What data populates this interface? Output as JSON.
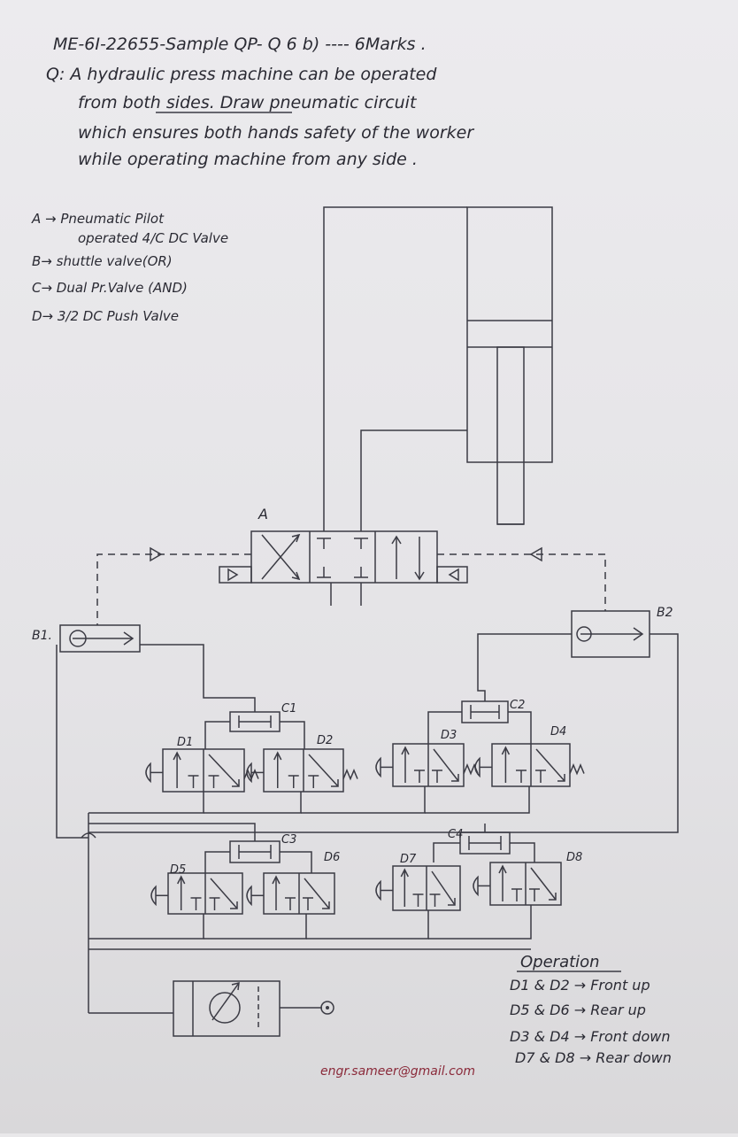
{
  "header": {
    "title": "ME-6I-22655-Sample QP- Q 6 b)  ----  6Marks .",
    "question_lines": [
      "Q: A hydraulic press machine can be operated",
      "from both sides. Draw pneumatic circuit",
      "which ensures both hands safety of the worker",
      "while operating machine from any side ."
    ]
  },
  "legend": {
    "items": [
      "A → Pneumatic Pilot",
      "operated 4/C DC Valve",
      "B→ shuttle valve(OR)",
      "C→ Dual Pr.Valve (AND)",
      "D→ 3/2 DC Push Valve"
    ]
  },
  "labels": {
    "A": "A",
    "B1": "B1.",
    "B2": "B2",
    "C1": "C1",
    "C2": "C2",
    "C3": "C3",
    "C4": "C4",
    "D1": "D1",
    "D2": "D2",
    "D3": "D3",
    "D4": "D4",
    "D5": "D5",
    "D6": "D6",
    "D7": "D7",
    "D8": "D8"
  },
  "operation": {
    "title": "Operation",
    "rows": [
      "D1 & D2 → Front up",
      "D5 & D6 → Rear up",
      "D3 & D4 → Front down",
      "D7 & D8 → Rear down"
    ]
  },
  "email": "engr.sameer@gmail.com",
  "colors": {
    "ink": "#3b3b44",
    "paper": "#e9e8ea",
    "email_ink": "#8a2a3a"
  }
}
